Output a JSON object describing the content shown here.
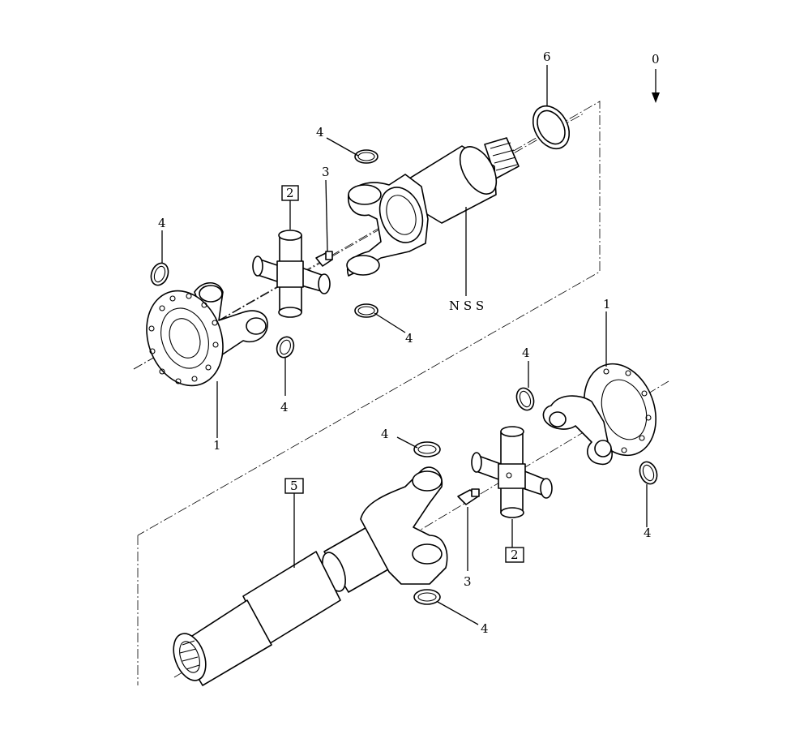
{
  "callouts": {
    "ref_0": "0",
    "ref_6": "6",
    "ref_4_top_center": "4",
    "ref_3_top": "3",
    "ref_2_top": "2",
    "ref_4_top_left": "4",
    "ref_nss": "N S S",
    "ref_4_mid_center": "4",
    "ref_4_left_below": "4",
    "ref_1_left": "1",
    "ref_1_right": "1",
    "ref_4_right_upper": "4",
    "ref_4_lower_center": "4",
    "ref_5": "5",
    "ref_2_bottom": "2",
    "ref_3_bottom": "3",
    "ref_4_right_lower": "4",
    "ref_4_bottom": "4"
  },
  "colors": {
    "line": "#000000",
    "background": "#ffffff"
  }
}
